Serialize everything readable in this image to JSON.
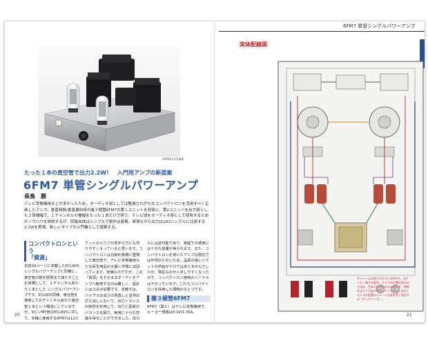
{
  "running_head": "6FM7 単管シングルパワーアンプ",
  "photo": {
    "caption": "2009年11月発表"
  },
  "article": {
    "kicker": "たった１本の真空管で出力2.2W！　入門用アンプの新提案",
    "title": "6FM7 単管シングルパワーアンプ",
    "author": "長島　勝",
    "lead": "テレビ受像機用などが多かったため、オーディオ用としては敬遠されがちなコンパクトロンを活用すべく企画したアンプ。垂直発振/垂直偏向用の複３極管6FM7の第１ユニットを初段に、第2ユニットを出力段とした２段増幅で、１チャンネルの増幅をたった１本だけで担う。テレビ球をオーディオ用として使用するためのノウハウを詳説するが、回路自体はシンプルで製作は容易。単球ながら出力は2A3シングルに比肩する2.2Wを実現。新しいタイプの入門機として提案する。",
    "section1": {
      "heading_line1": "コンパクトロンという",
      "heading_line2": "「資源」",
      "col1": "本誌34ページに収載したECL805シングルパワーアンプと同様に、真空管の数を極限まで減らすことを目標として、１チャンネルあたり１本とした シングルパワーアンプです。ECL805同様、複合管を使用して片チャンネルあたり真空管１本という構成にしていますが、9ピンMT管のECL805に対して、本機に使用する6FM7は12ピンのコンパクトロンなので、MTソ",
      "col2": "ケットの小ささが苦手な方にも作りやすくなっていると思います。コンパクトロンは比較的後期に登場した真空管で、テレビ受像機用などの民生用品が大量に市場に出回っています。安価なのですが、この「資源」をそのままオーディオアンプへ転用するのは難しく、設計には工夫が必要です。本機では、パイアスの深さの見直しと並列の打ち消しにおいて、出力トランスの特性を利用して、出力と歪率のバランスを図り、実用に十分な性能を得ることができました。出力2.2Wは2A3シング",
      "col3": "ルには迫可能であり、家庭での使用には十分な音量が得られます。また、コンパクトロンを用いたアンプは現在では作例が少ないため、品質の良いソケットの供給が十分ではありませんでしたが、現在ものが入手しやすくなったので、コンパクトロン使用のハードルは下がっています。これらコンパクトロンを採用した現物のひとつです。"
    },
    "section2": {
      "heading": "複３極管6FM7",
      "text": "6FM7（図１）はテレビ受像機用で、ヒーター規格は6.3V/1.05A,"
    }
  },
  "figure": {
    "label": "実体配線図",
    "caption": "ボリュームの取り付けネジは6mm。スピーカー端子の配列、ネジ穴の位置は表示の寸法は、目安なのでそのまま従わず、現物を当てて穴あけを行ってください。出力トランスの配置はシャーシ全体を見て決定する（ワイヤリング）。"
  },
  "folio": {
    "left": "20",
    "right": "21"
  }
}
